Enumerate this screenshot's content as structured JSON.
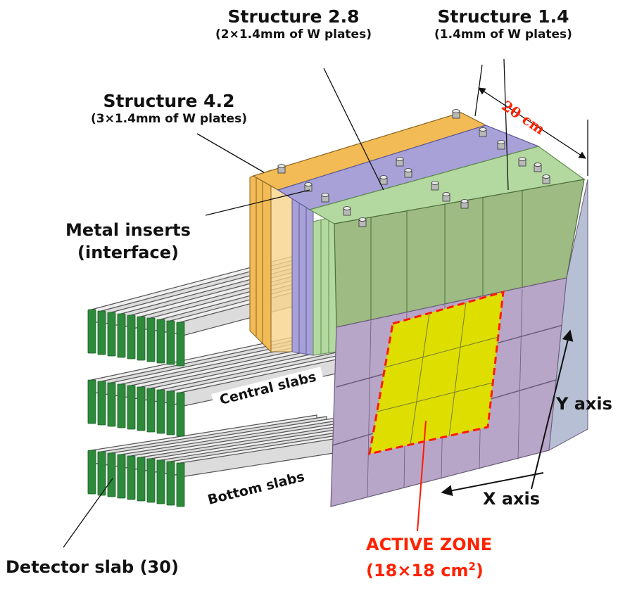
{
  "labels": {
    "structure_28": {
      "title": "Structure 2.8",
      "subtitle": "(2×1.4mm of W plates)"
    },
    "structure_14": {
      "title": "Structure 1.4",
      "subtitle": "(1.4mm of W plates)"
    },
    "structure_42": {
      "title": "Structure 4.2",
      "subtitle": "(3×1.4mm of W plates)"
    },
    "metal_inserts": {
      "line1": "Metal inserts",
      "line2": "(interface)"
    },
    "dimension": "20 cm",
    "central_slabs": "Central slabs",
    "bottom_slabs": "Bottom slabs",
    "y_axis": "Y axis",
    "x_axis": "X axis",
    "active_zone": {
      "line1": "ACTIVE ZONE",
      "line2_prefix": "(18×18 cm",
      "line2_sup": "2",
      "line2_suffix": ")"
    },
    "detector_slab": "Detector slab (30)"
  },
  "colors": {
    "structure_42": "#f2bb55",
    "structure_28": "#a7a1d8",
    "structure_14": "#b3d9a0",
    "front_face": "#b8a6c8",
    "active_zone": "#dede00",
    "active_border": "#ff1a00",
    "slab_green": "#2d8a3a",
    "accent_red": "#ff2200"
  }
}
